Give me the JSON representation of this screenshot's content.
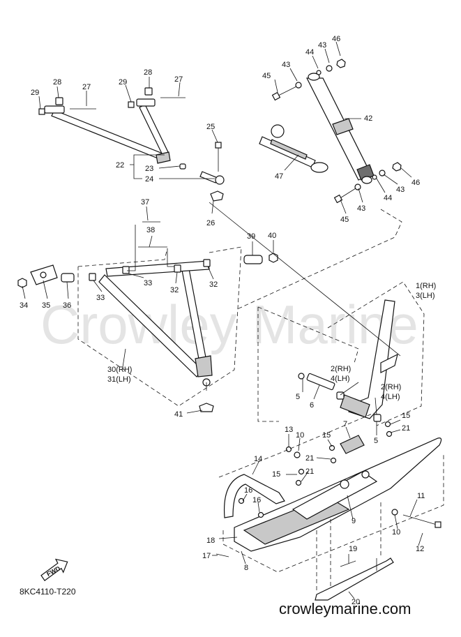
{
  "watermark": "Crowley Marine",
  "site": "crowleymarine.com",
  "diagram_code": "8KC4110-T220",
  "fwd_label": "FWD",
  "callouts": [
    {
      "id": "c46a",
      "text": "46"
    },
    {
      "id": "c43a",
      "text": "43"
    },
    {
      "id": "c44a",
      "text": "44"
    },
    {
      "id": "c45a",
      "text": "45"
    },
    {
      "id": "c43b",
      "text": "43"
    },
    {
      "id": "c42",
      "text": "42"
    },
    {
      "id": "c28a",
      "text": "28"
    },
    {
      "id": "c27a",
      "text": "27"
    },
    {
      "id": "c29a",
      "text": "29"
    },
    {
      "id": "c28b",
      "text": "28"
    },
    {
      "id": "c27b",
      "text": "27"
    },
    {
      "id": "c29b",
      "text": "29"
    },
    {
      "id": "c25",
      "text": "25"
    },
    {
      "id": "c22",
      "text": "22"
    },
    {
      "id": "c23",
      "text": "23"
    },
    {
      "id": "c24",
      "text": "24"
    },
    {
      "id": "c47",
      "text": "47"
    },
    {
      "id": "c46b",
      "text": "46"
    },
    {
      "id": "c43c",
      "text": "43"
    },
    {
      "id": "c44b",
      "text": "44"
    },
    {
      "id": "c43d",
      "text": "43"
    },
    {
      "id": "c45b",
      "text": "45"
    },
    {
      "id": "c26",
      "text": "26"
    },
    {
      "id": "c37",
      "text": "37"
    },
    {
      "id": "c38",
      "text": "38"
    },
    {
      "id": "c39",
      "text": "39"
    },
    {
      "id": "c40",
      "text": "40"
    },
    {
      "id": "c34",
      "text": "34"
    },
    {
      "id": "c35",
      "text": "35"
    },
    {
      "id": "c36",
      "text": "36"
    },
    {
      "id": "c33a",
      "text": "33"
    },
    {
      "id": "c33b",
      "text": "33"
    },
    {
      "id": "c32a",
      "text": "32"
    },
    {
      "id": "c32b",
      "text": "32"
    },
    {
      "id": "c1rh",
      "text": "1(RH)"
    },
    {
      "id": "c3lh",
      "text": "3(LH)"
    },
    {
      "id": "c30rh",
      "text": "30(RH)"
    },
    {
      "id": "c31lh",
      "text": "31(LH)"
    },
    {
      "id": "c2rha",
      "text": "2(RH)"
    },
    {
      "id": "c4lha",
      "text": "4(LH)"
    },
    {
      "id": "c2rhb",
      "text": "2(RH)"
    },
    {
      "id": "c4lhb",
      "text": "4(LH)"
    },
    {
      "id": "c5a",
      "text": "5"
    },
    {
      "id": "c6",
      "text": "6"
    },
    {
      "id": "c41",
      "text": "41"
    },
    {
      "id": "c15a",
      "text": "15"
    },
    {
      "id": "c21a",
      "text": "21"
    },
    {
      "id": "c5b",
      "text": "5"
    },
    {
      "id": "c13",
      "text": "13"
    },
    {
      "id": "c10a",
      "text": "10"
    },
    {
      "id": "c15b",
      "text": "15"
    },
    {
      "id": "c7",
      "text": "7"
    },
    {
      "id": "c14",
      "text": "14"
    },
    {
      "id": "c21b",
      "text": "21"
    },
    {
      "id": "c15c",
      "text": "15"
    },
    {
      "id": "c21c",
      "text": "21"
    },
    {
      "id": "c16a",
      "text": "16"
    },
    {
      "id": "c16b",
      "text": "16"
    },
    {
      "id": "c11",
      "text": "11"
    },
    {
      "id": "c9",
      "text": "9"
    },
    {
      "id": "c10b",
      "text": "10"
    },
    {
      "id": "c12",
      "text": "12"
    },
    {
      "id": "c18",
      "text": "18"
    },
    {
      "id": "c17",
      "text": "17"
    },
    {
      "id": "c19",
      "text": "19"
    },
    {
      "id": "c8",
      "text": "8"
    },
    {
      "id": "c20",
      "text": "20"
    }
  ]
}
